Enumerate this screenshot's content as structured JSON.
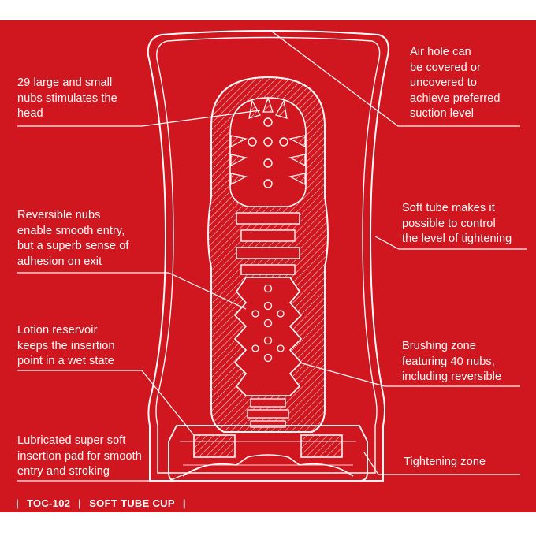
{
  "colors": {
    "background": "#d0161e",
    "line": "#ffffff",
    "page": "#ffffff"
  },
  "callouts": {
    "air_hole": "Air hole can\nbe covered or\nuncovered to\nachieve preferred\nsuction level",
    "nubs_head": "29 large and small\nnubs stimulates the\nhead",
    "reversible_nubs": "Reversible nubs\nenable smooth entry,\nbut a superb sense of\nadhesion on exit",
    "soft_tube": "Soft tube makes it\npossible to control\nthe level of tightening",
    "lotion_reservoir": "Lotion reservoir\nkeeps the insertion\npoint in a wet state",
    "brushing_zone": "Brushing zone\nfeaturing 40 nubs,\nincluding reversible",
    "insertion_pad": "Lubricated super soft\ninsertion pad for smooth\nentry and stroking",
    "tightening_zone": "Tightening zone"
  },
  "footer": {
    "separator": "|",
    "model": "TOC-102",
    "product": "SOFT TUBE CUP"
  }
}
